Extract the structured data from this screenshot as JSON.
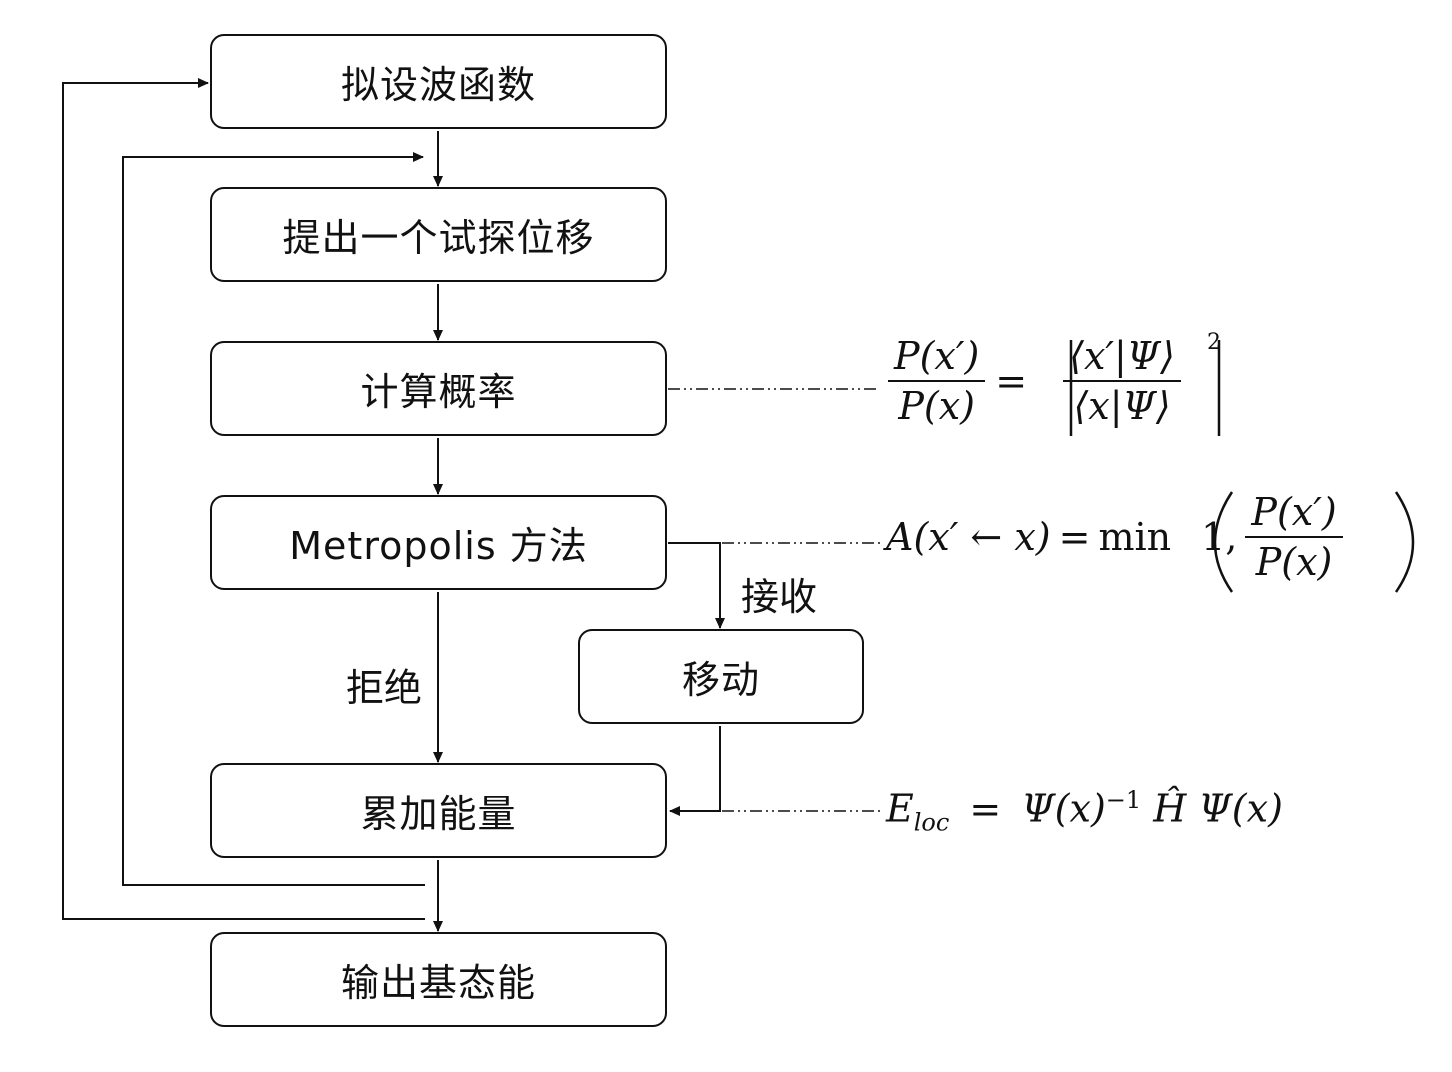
{
  "boxes": {
    "step1": "拟设波函数",
    "step2": "提出一个试探位移",
    "step3": "计算概率",
    "step4": "Metropolis 方法",
    "step5": "累加能量",
    "step6": "输出基态能",
    "move": "移动"
  },
  "edge_labels": {
    "accept": "接收",
    "reject": "拒绝"
  },
  "formulas": {
    "prob_ratio": {
      "lhs_num": "P(x′)",
      "lhs_den": "P(x)",
      "eq": "=",
      "rhs_num": "⟨x′|Ψ⟩",
      "rhs_den": "⟨x|Ψ⟩",
      "power": "2"
    },
    "acceptance": {
      "lhs": "A(x′ ← x)",
      "eq": "=",
      "func": "min",
      "arg1": "1,",
      "num": "P(x′)",
      "den": "P(x)"
    },
    "local_energy": {
      "E": "E",
      "sub": "loc",
      "eq": "=",
      "psi_inv": "Ψ(x)",
      "exp": "−1",
      "H": "Ĥ",
      "psi": "Ψ(x)"
    }
  }
}
